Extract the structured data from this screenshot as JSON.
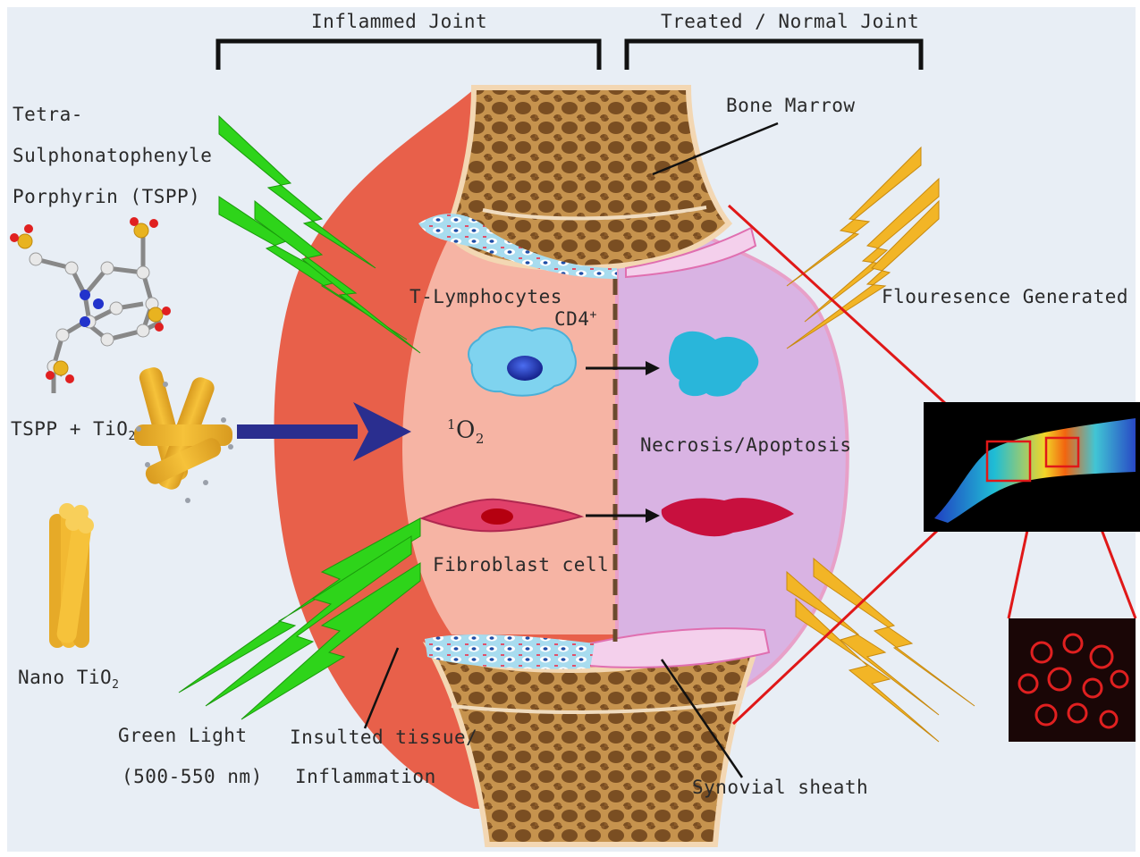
{
  "headers": {
    "inflamed": "Inflammed Joint",
    "treated": "Treated / Normal Joint"
  },
  "labels": {
    "tspp_line1": "Tetra-",
    "tspp_line2": "Sulphonatophenyle",
    "tspp_line3": "Porphyrin (TSPP)",
    "tspp_tio2_prefix": "TSPP + TiO",
    "tspp_tio2_sub": "2",
    "nano_prefix": "Nano TiO",
    "nano_sub": "2",
    "green_light_1": "Green Light",
    "green_light_2": "(500-550 nm)",
    "insulted_1": "Insulted tissue/",
    "insulted_2": "Inflammation",
    "bone_marrow": "Bone Marrow",
    "t_lymphocytes": "T-Lymphocytes",
    "cd4": "CD4",
    "cd4_sup": "+",
    "o2_sup": "1",
    "o2_main": "O",
    "o2_sub": "2",
    "necrosis": "Necrosis/Apoptosis",
    "fibroblast": "Fibroblast cell",
    "fluorescence": "Flouresence Generated",
    "synovial": "Synovial sheath"
  },
  "colors": {
    "background": "#e8eef5",
    "inflamed_outer": "#e8604a",
    "inflamed_inner": "#f6b4a4",
    "treated_fill": "#d9b3e3",
    "bone": "#c89a55",
    "green_bolt": "#2ed41a",
    "yellow_bolt": "#f2b526",
    "arrow_blue": "#2a2e8f",
    "red_line": "#e01818",
    "lymphocyte": "#7fd3ef",
    "fibroblast": "#e0406a"
  }
}
